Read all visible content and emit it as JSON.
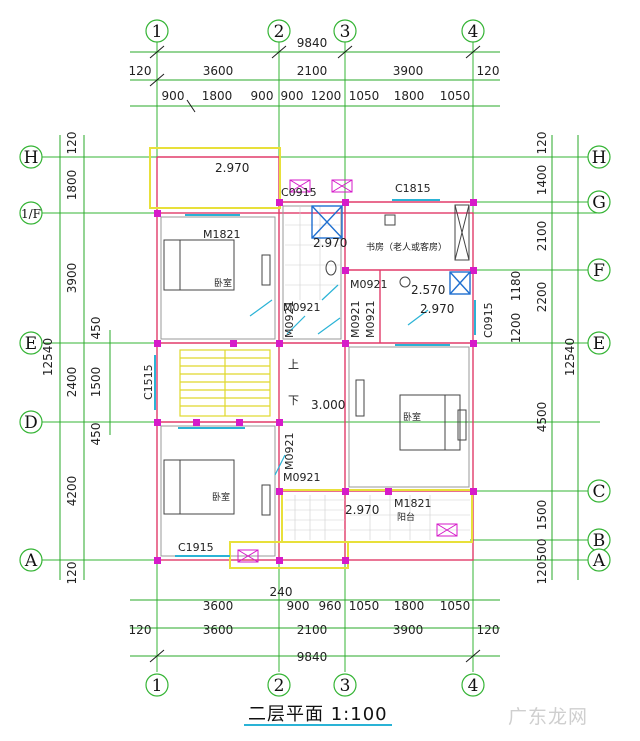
{
  "title": "二层平面  1:100",
  "watermark": "广东龙网",
  "grid": {
    "columns": [
      "1",
      "2",
      "3",
      "4"
    ],
    "rows_left": [
      "H",
      "1/F",
      "E",
      "D",
      "A"
    ],
    "rows_right": [
      "H",
      "G",
      "F",
      "E",
      "C",
      "B",
      "A"
    ]
  },
  "dims": {
    "top_total": "9840",
    "top_main": [
      "120",
      "3600",
      "2100",
      "3900",
      "120"
    ],
    "top_detail": [
      "900",
      "1800",
      "900",
      "900",
      "1200",
      "1050",
      "1800",
      "1050"
    ],
    "bottom_detail": [
      "3600",
      "900",
      "960",
      "1050",
      "1800",
      "1050"
    ],
    "bottom_extra": "240",
    "bottom_main": [
      "120",
      "3600",
      "2100",
      "3900",
      "120"
    ],
    "bottom_total": "9840",
    "left": [
      "120",
      "1800",
      "3900",
      "450",
      "2400",
      "1500",
      "450",
      "4200",
      "120"
    ],
    "left_total": "12540",
    "right": [
      "120",
      "1400",
      "2100",
      "1180",
      "2200",
      "1200",
      "4500",
      "1500",
      "500",
      "120"
    ],
    "right_total": "12540"
  },
  "labels": {
    "elev_top": "2.970",
    "elev_bath": "2.970",
    "elev_stair_room": "2.570",
    "elev_stair_room2": "2.970",
    "elev_landing": "3.000",
    "elev_bottom": "2.970",
    "c0915": "C0915",
    "c1815": "C1815",
    "m1821_top": "M1821",
    "m1821_bottom": "M1821",
    "m0921_a": "M0921",
    "m0921_b": "M0921",
    "m0921_c": "M0921",
    "m0921_d": "M0921",
    "m0921_e": "M0921",
    "m0921_f": "M0921",
    "m0921_g": "M0921",
    "c1515": "C1515",
    "c0915_right": "C0915",
    "c1915": "C1915",
    "study": "书房（老人或客房）",
    "bedroom_top": "卧室",
    "bedroom_bottom": "卧室",
    "bedroom_right": "卧室",
    "balcony": "阳台",
    "up": "上",
    "down": "下"
  }
}
